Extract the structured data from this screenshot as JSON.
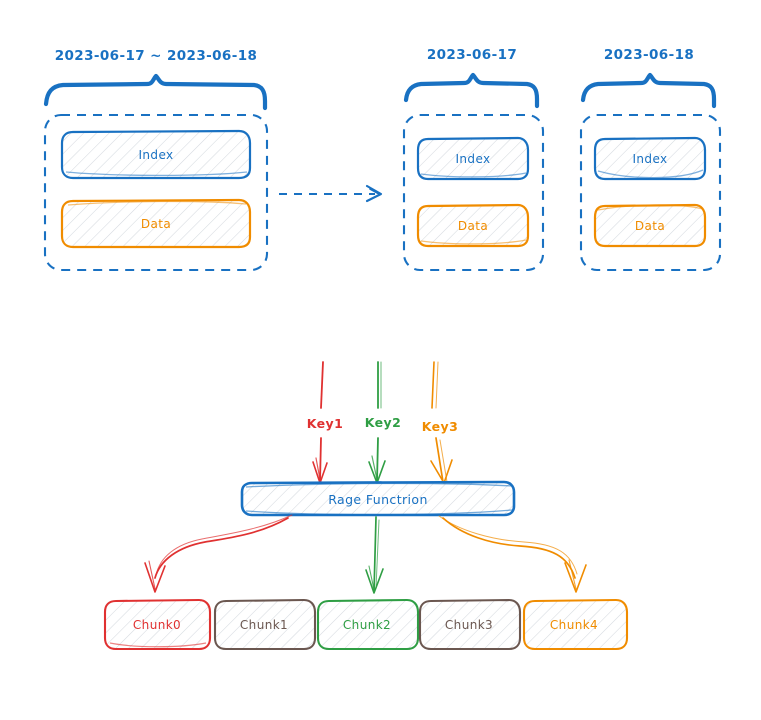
{
  "diagram": {
    "title": "Index / Data partition split and hash chunk routing",
    "background": "#ffffff",
    "colors": {
      "blue": "#1971c2",
      "orange": "#f08c00",
      "red": "#e03131",
      "green": "#2f9e44",
      "brown": "#6b5750",
      "hatch": "#d0d4da"
    }
  },
  "top_section": {
    "groups": [
      {
        "title": "2023-06-17 ~ 2023-06-18",
        "boxes": [
          {
            "label": "Index",
            "color": "blue"
          },
          {
            "label": "Data",
            "color": "orange"
          }
        ]
      },
      {
        "title": "2023-06-17",
        "boxes": [
          {
            "label": "Index",
            "color": "blue"
          },
          {
            "label": "Data",
            "color": "orange"
          }
        ]
      },
      {
        "title": "2023-06-18",
        "boxes": [
          {
            "label": "Index",
            "color": "blue"
          },
          {
            "label": "Data",
            "color": "orange"
          }
        ]
      }
    ],
    "split_arrow": {
      "style": "dashed",
      "color": "blue",
      "direction": "right"
    }
  },
  "bottom_section": {
    "keys": [
      {
        "label": "Key1",
        "color": "red"
      },
      {
        "label": "Key2",
        "color": "green"
      },
      {
        "label": "Key3",
        "color": "orange"
      }
    ],
    "hash_box": {
      "label": "Rage Functrion",
      "color": "blue"
    },
    "chunks": [
      {
        "label": "Chunk0",
        "color": "red"
      },
      {
        "label": "Chunk1",
        "color": "brown"
      },
      {
        "label": "Chunk2",
        "color": "green"
      },
      {
        "label": "Chunk3",
        "color": "brown"
      },
      {
        "label": "Chunk4",
        "color": "orange"
      }
    ],
    "routes": [
      {
        "from": "Key1",
        "to": "Chunk0",
        "color": "red"
      },
      {
        "from": "Key2",
        "to": "Chunk2",
        "color": "green"
      },
      {
        "from": "Key3",
        "to": "Chunk4",
        "color": "orange"
      }
    ]
  }
}
